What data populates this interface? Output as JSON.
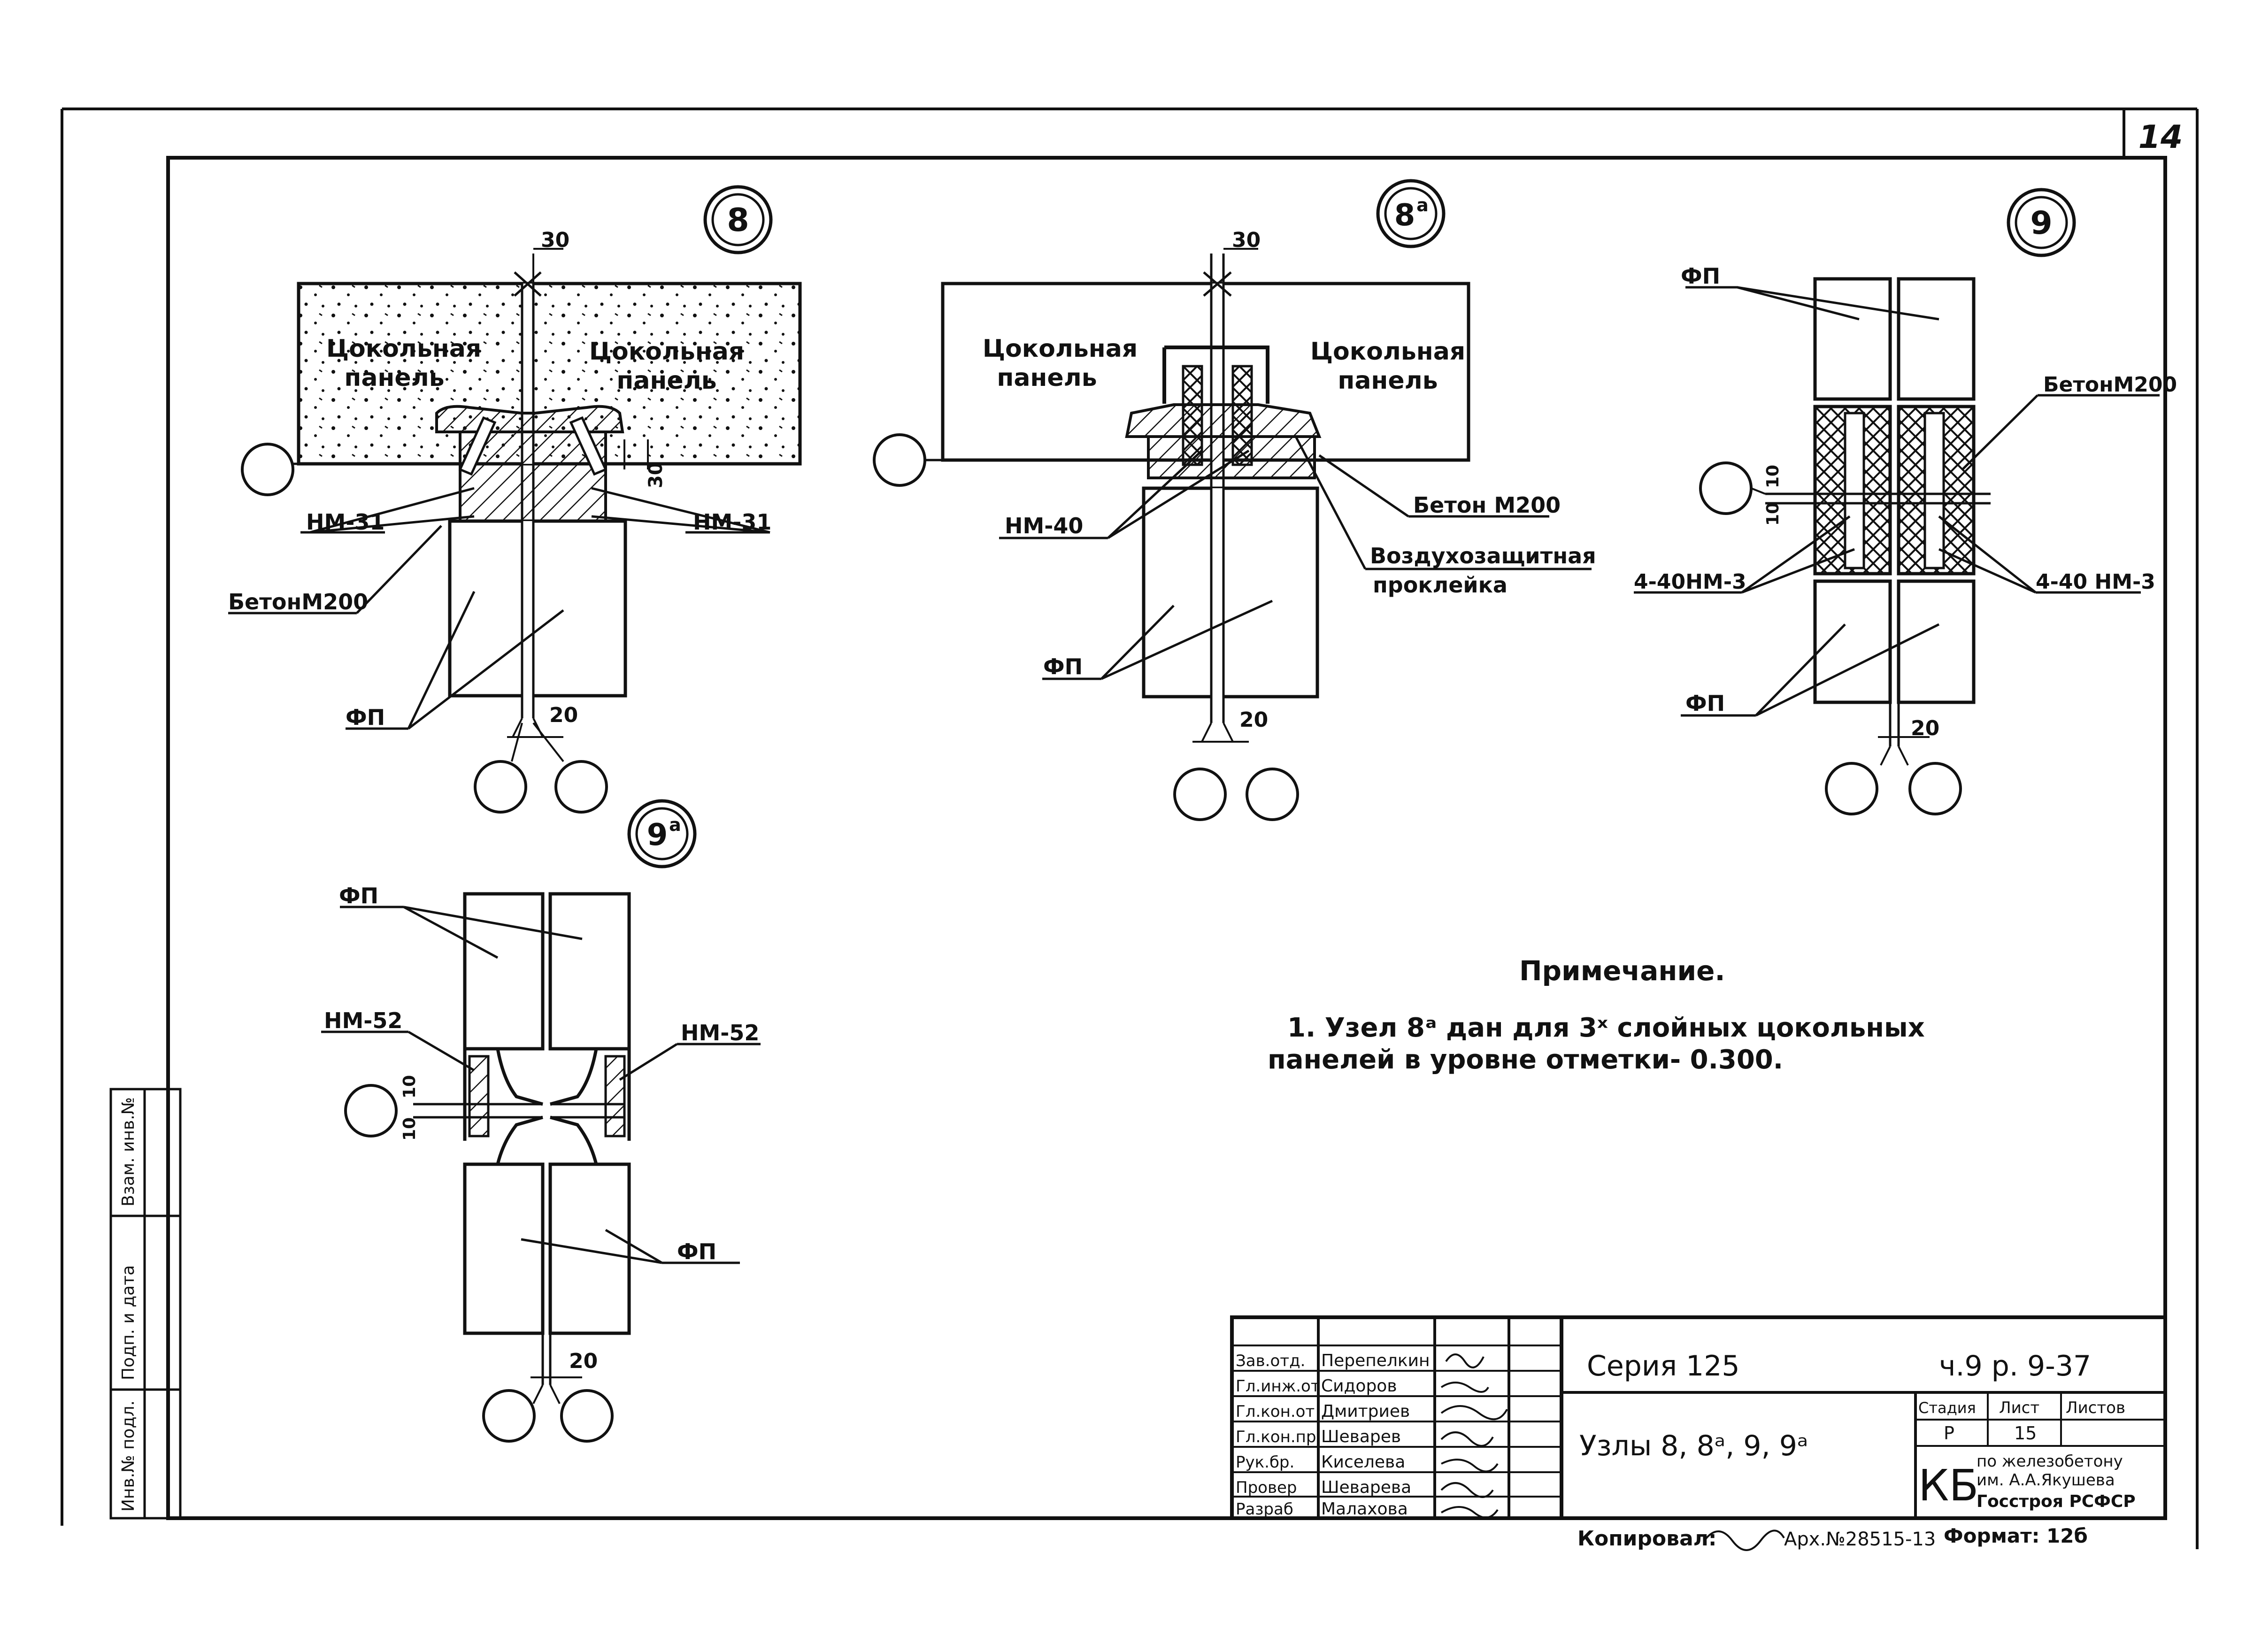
{
  "sheet_number": "14",
  "nodes": {
    "n8": {
      "id": "8",
      "labels": {
        "dim_top": "30",
        "dim_side": "30",
        "dim_bottom": "20",
        "panel_left": [
          "Цокольная",
          "панель"
        ],
        "panel_right": [
          "Цокольная",
          "панель"
        ],
        "tie_left": "НМ-31",
        "tie_right": "НМ-31",
        "concrete": "БетонМ200",
        "fp": "ФП"
      }
    },
    "n8a": {
      "id": "8",
      "sup": "а",
      "labels": {
        "dim_top": "30",
        "dim_bottom": "20",
        "panel_left": [
          "Цокольная",
          "панель"
        ],
        "panel_right": [
          "Цокольная",
          "панель"
        ],
        "tie": "НМ-40",
        "concrete": "Бетон М200",
        "seal": [
          "Воздухозащитная",
          "проклейка"
        ],
        "fp": "ФП"
      }
    },
    "n9": {
      "id": "9",
      "labels": {
        "fp_top": "ФП",
        "concrete": "БетонМ200",
        "dim_a": "10",
        "dim_b": "10",
        "tie_left": "4-40НМ-3",
        "tie_right": "4-40 НМ-3",
        "fp_bottom": "ФП",
        "dim_bottom": "20"
      }
    },
    "n9a": {
      "id": "9",
      "sup": "а",
      "labels": {
        "fp_top": "ФП",
        "tie_left": "НМ-52",
        "tie_right": "НМ-52",
        "dim_a": "10",
        "dim_b": "10",
        "fp_bottom": "ФП",
        "dim_bottom": "20"
      }
    }
  },
  "note": {
    "title": "Примечание.",
    "line1": "1. Узел 8ᵃ дан для 3ˣ слойных цокольных",
    "line2": "панелей в уровне отметки- 0.300."
  },
  "side_stamp": [
    "Инв.№ подл.",
    "Подп. и дата",
    "Взам. инв.№"
  ],
  "title_block": {
    "roles": [
      "Зав.отд.",
      "Гл.инж.от",
      "Гл.кон.от",
      "Гл.кон.пр",
      "Рук.бр.",
      "Провер",
      "Разраб"
    ],
    "names": [
      "Перепелкин",
      "Сидоров",
      "Дмитриев",
      "Шеварев",
      "Киселева",
      "Шеварева",
      "Малахова"
    ],
    "series": "Серия 125",
    "part": "ч.9  р. 9-37",
    "title": "Узлы  8, 8ᵃ, 9, 9ᵃ",
    "stage_label": "Стадия",
    "sheet_label": "Лист",
    "sheets_label": "Листов",
    "stage": "Р",
    "sheet": "15",
    "org_code": "КБ",
    "org_lines": [
      "по железобетону",
      "им. А.А.Якушева",
      "Госстроя РСФСР"
    ]
  },
  "footer": {
    "copied": "Копировал:",
    "archive": "Арх.№28515-13",
    "format": "Формат: 12б"
  }
}
